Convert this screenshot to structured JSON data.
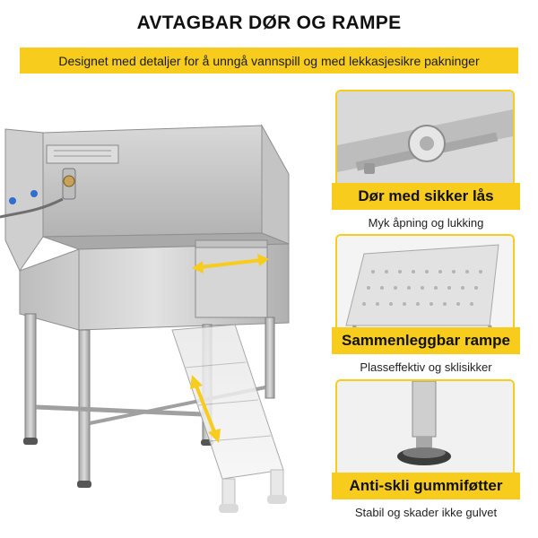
{
  "header": {
    "title": "AVTAGBAR DØR OG RAMPE",
    "subtitle": "Designet med detaljer for å unngå vannspill og med lekkasjesikre pakninger"
  },
  "features": [
    {
      "label": "Dør med sikker lås",
      "caption": "Myk åpning og lukking",
      "icon": "door-lock-closeup"
    },
    {
      "label": "Sammenleggbar rampe",
      "caption": "Plasseffektiv og sklisikker",
      "icon": "folding-ramp-closeup"
    },
    {
      "label": "Anti-skli gummiføtter",
      "caption": "Stabil og skader ikke gulvet",
      "icon": "rubber-foot-closeup"
    }
  ],
  "colors": {
    "accent": "#f7cc1c",
    "steel": "#c9c9c9",
    "steel_dark": "#9a9a9a",
    "text": "#111111"
  }
}
